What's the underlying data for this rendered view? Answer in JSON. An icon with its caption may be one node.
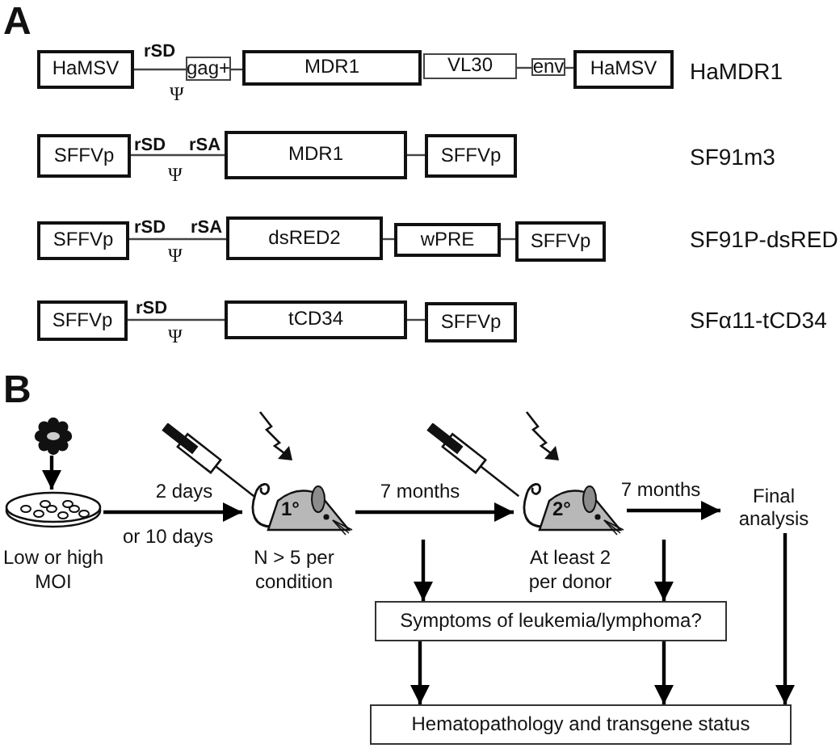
{
  "diagram": {
    "nodes": [
      {
        "text": [
          "HaMSV"
        ]
      },
      {
        "text": [
          "gag+"
        ]
      },
      {
        "text": [
          "MDR1"
        ]
      },
      {
        "text": [
          "VL30"
        ]
      },
      {
        "text": [
          "env"
        ]
      },
      {
        "text": [
          "HaMSV"
        ]
      },
      {
        "text": [
          "SFFVp"
        ]
      },
      {
        "text": [
          "MDR1"
        ]
      },
      {
        "text": [
          "SFFVp"
        ]
      },
      {
        "text": [
          "SFFVp"
        ]
      },
      {
        "text": [
          "dsRED2"
        ]
      },
      {
        "text": [
          "wPRE"
        ]
      },
      {
        "text": [
          "SFFVp"
        ]
      },
      {
        "text": [
          "SFFVp"
        ]
      },
      {
        "text": [
          "tCD34"
        ]
      },
      {
        "text": [
          "SFFVp"
        ]
      },
      {
        "text": [],
        "shape": "picture"
      },
      {
        "text": [],
        "shape": "picture",
        "beside": [
          "Low or high MOI"
        ]
      },
      {
        "text": [
          "1°"
        ],
        "beside": [
          "N > 5 per condition"
        ]
      },
      {
        "text": [
          "2°"
        ],
        "beside": [
          "At least 2 per donor"
        ]
      },
      {
        "text": [
          "Final analysis"
        ]
      },
      {
        "text": [
          "Symptoms of leukemia/lymphoma?"
        ]
      },
      {
        "text": [
          "Hematopathology and transgene status"
        ]
      }
    ],
    "edges": [
      {
        "from": 0,
        "to": 1,
        "arrow": "none"
      },
      {
        "from": 1,
        "to": 2,
        "arrow": "none"
      },
      {
        "from": 3,
        "to": 4,
        "arrow": "none"
      },
      {
        "from": 4,
        "to": 5,
        "arrow": "none"
      },
      {
        "from": 6,
        "to": 7,
        "arrow": "none"
      },
      {
        "from": 7,
        "to": 8,
        "arrow": "none"
      },
      {
        "from": 9,
        "to": 10,
        "arrow": "none"
      },
      {
        "from": 10,
        "to": 11,
        "arrow": "none"
      },
      {
        "from": 11,
        "to": 12,
        "arrow": "none"
      },
      {
        "from": 13,
        "to": 14,
        "arrow": "none"
      },
      {
        "from": 14,
        "to": 15,
        "arrow": "none"
      },
      {
        "from": 16,
        "to": 17,
        "arrow": "to"
      },
      {
        "from": 17,
        "to": 18,
        "arrow": "to",
        "label": "2 days"
      },
      {
        "from": 18,
        "to": 19,
        "arrow": "to",
        "label": "7 months"
      },
      {
        "from": 19,
        "to": 20,
        "arrow": "to",
        "label": "7 months"
      },
      {
        "from": null,
        "to": 21,
        "arrow": "to"
      },
      {
        "from": null,
        "to": 21,
        "arrow": "to"
      },
      {
        "from": 21,
        "to": 22,
        "arrow": "to"
      },
      {
        "from": 21,
        "to": 22,
        "arrow": "to"
      },
      {
        "from": 20,
        "to": 22,
        "arrow": "to"
      }
    ],
    "labels": [
      "A",
      "rSD",
      "Ψ",
      "HaMDR1",
      "rSD",
      "rSA",
      "Ψ",
      "SF91m3",
      "rSD",
      "rSA",
      "Ψ",
      "SF91P-dsRED",
      "rSD",
      "Ψ",
      "SFα11-tCD34",
      "B",
      "or 10 days"
    ]
  }
}
